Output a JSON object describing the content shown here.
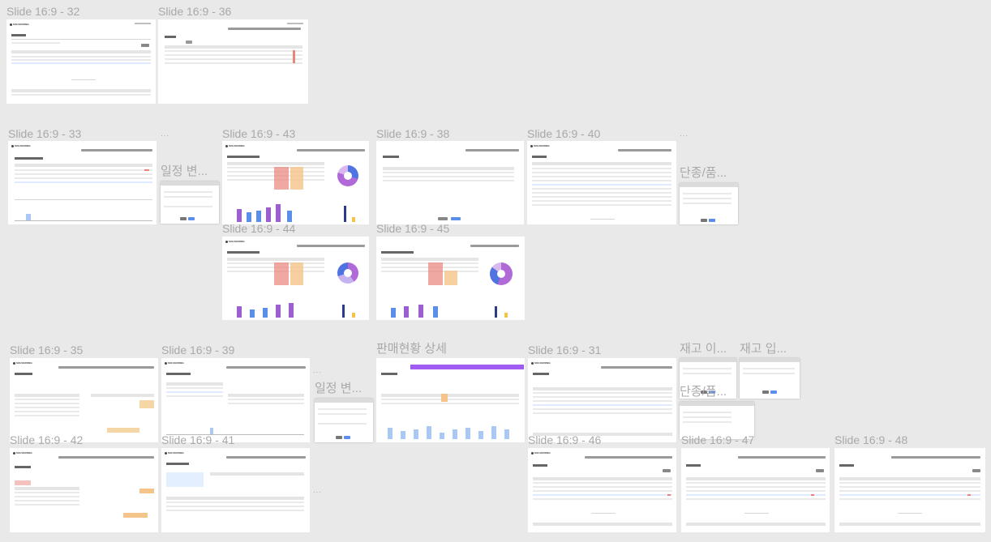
{
  "canvas": {
    "background": "#e9e9e9",
    "label_color": "#a9a9a9"
  },
  "frames": [
    {
      "id": "f32",
      "label": "Slide 16:9 - 32",
      "logo": "SOLVERONG"
    },
    {
      "id": "f36",
      "label": "Slide 16:9 - 36",
      "logo": ""
    },
    {
      "id": "f33",
      "label": "Slide 16:9 - 33",
      "logo": "SOLVERONG"
    },
    {
      "id": "f43",
      "label": "Slide 16:9 - 43",
      "logo": "SOLVERONG"
    },
    {
      "id": "f38",
      "label": "Slide 16:9 - 38",
      "logo": ""
    },
    {
      "id": "f40",
      "label": "Slide 16:9 - 40",
      "logo": "SOLVERONG"
    },
    {
      "id": "f44",
      "label": "Slide 16:9 - 44",
      "logo": "SOLVERONG"
    },
    {
      "id": "f45",
      "label": "Slide 16:9 - 45",
      "logo": ""
    },
    {
      "id": "f35",
      "label": "Slide 16:9 - 35",
      "logo": "SOLVERONG"
    },
    {
      "id": "f39",
      "label": "Slide 16:9 - 39",
      "logo": "SOLVERONG"
    },
    {
      "id": "fsales",
      "label": "판매현황 상세",
      "logo": ""
    },
    {
      "id": "f31",
      "label": "Slide 16:9 - 31",
      "logo": "SOLVERONG"
    },
    {
      "id": "f42",
      "label": "Slide 16:9 - 42",
      "logo": "SOLVERONG"
    },
    {
      "id": "f41",
      "label": "Slide 16:9 - 41",
      "logo": "SOLVERONG"
    },
    {
      "id": "f46",
      "label": "Slide 16:9 - 46",
      "logo": "SOLVERONG"
    },
    {
      "id": "f47",
      "label": "Slide 16:9 - 47",
      "logo": ""
    },
    {
      "id": "f48",
      "label": "Slide 16:9 - 48",
      "logo": ""
    }
  ],
  "popups": [
    {
      "id": "p_sched1",
      "label": "일정 변..."
    },
    {
      "id": "p_disc1",
      "label": "단종/품..."
    },
    {
      "id": "p_stock_in1",
      "label": "재고 이..."
    },
    {
      "id": "p_stock_in2",
      "label": "재고 입..."
    },
    {
      "id": "p_sched2",
      "label": "일정 변..."
    },
    {
      "id": "p_disc2",
      "label": "단종/품..."
    }
  ],
  "colors": {
    "purple_bar": "#9b5fcf",
    "blue_bar": "#5a8ee8",
    "donut_purple": "#b06ad8",
    "donut_blue": "#4f73e0",
    "highlight_red": "#e9847a",
    "highlight_orange": "#f5c48a",
    "light_blue_bar": "#a9c8f2",
    "header_purple": "#a05cf0"
  }
}
